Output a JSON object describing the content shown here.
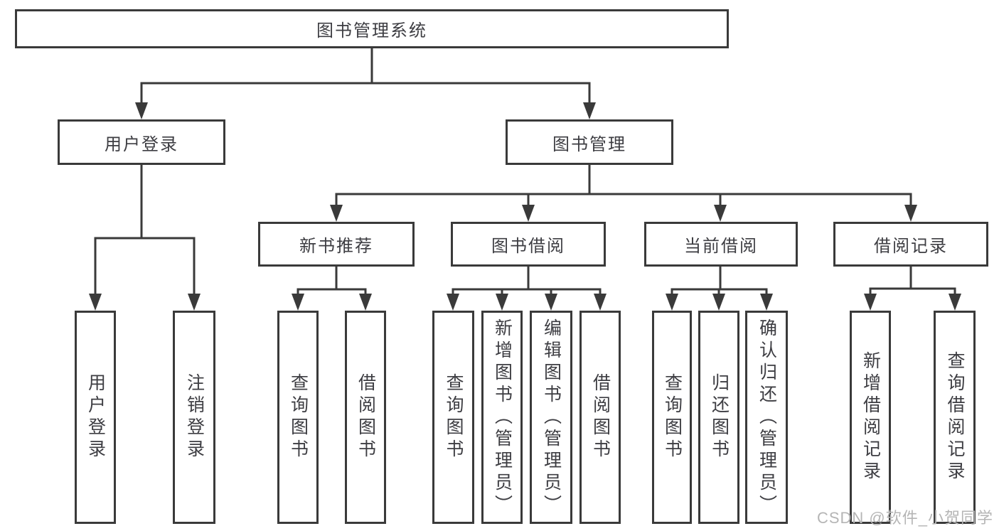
{
  "diagram_title": "图书管理系统",
  "nodes": {
    "root": "图书管理系统",
    "l2": [
      "用户登录",
      "图书管理"
    ],
    "l3": [
      "新书推荐",
      "图书借阅",
      "当前借阅",
      "借阅记录"
    ],
    "g1": [
      "用户登录",
      "注销登录"
    ],
    "g2": [
      "查询图书",
      "借阅图书"
    ],
    "g3": [
      "查询图书",
      "新增图书（管理员）",
      "编辑图书（管理员）",
      "借阅图书"
    ],
    "g4": [
      "查询图书",
      "归还图书",
      "确认归还（管理员）"
    ],
    "g5": [
      "新增借阅记录",
      "查询借阅记录"
    ]
  },
  "watermark": "CSDN @软件_小贺同学",
  "colors": {
    "line": "#3a3a3a",
    "text": "#3d3d42",
    "watermark": "#b5b5b5",
    "background": "#ffffff"
  }
}
